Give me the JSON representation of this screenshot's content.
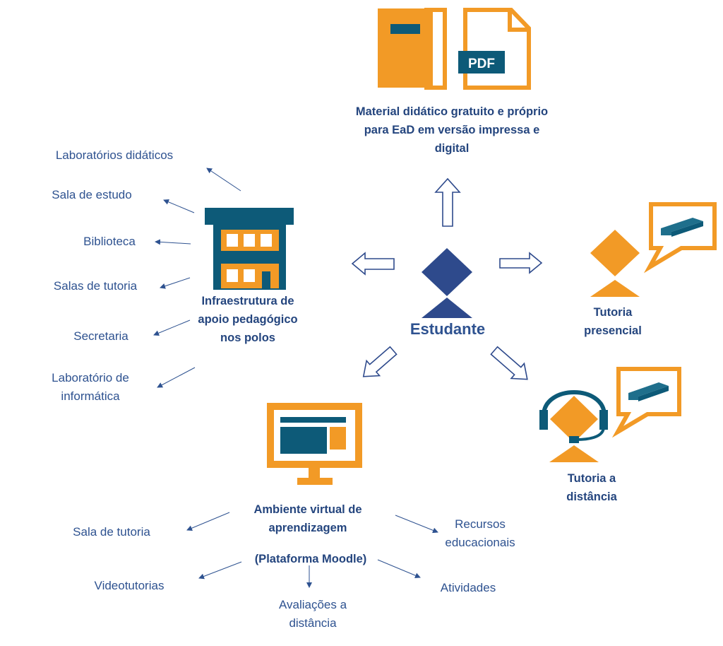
{
  "colors": {
    "orange": "#f29a26",
    "teal": "#0d5a78",
    "navy": "#2e4a8c",
    "text": "#2e5290",
    "arrow": "#2e5290"
  },
  "center": {
    "label": "Estudante",
    "icon": "student-person-icon"
  },
  "material": {
    "label_lines": [
      "Material didático gratuito e próprio",
      "para EaD em versão impressa e",
      "digital"
    ],
    "pdf_text": "PDF",
    "icons": [
      "book-icon",
      "pdf-file-icon"
    ]
  },
  "tutoria_presencial": {
    "label_lines": [
      "Tutoria",
      "presencial"
    ],
    "icon": "person-speech-book-icon"
  },
  "tutoria_distancia": {
    "label_lines": [
      "Tutoria a",
      "distância"
    ],
    "icon": "headset-speech-book-icon"
  },
  "infraestrutura": {
    "label_lines": [
      "Infraestrutura de",
      "apoio pedagógico",
      "nos polos"
    ],
    "icon": "building-icon",
    "items": [
      [
        "Laboratórios didáticos"
      ],
      [
        "Sala de estudo"
      ],
      [
        "Biblioteca"
      ],
      [
        "Salas de tutoria"
      ],
      [
        "Secretaria"
      ],
      [
        "Laboratório de",
        "informática"
      ]
    ]
  },
  "ambiente": {
    "label_lines": [
      "Ambiente virtual de",
      "aprendizagem"
    ],
    "sublabel": "(Plataforma Moodle)",
    "icon": "monitor-icon",
    "items": [
      [
        "Sala de tutoria"
      ],
      [
        "Videotutorias"
      ],
      [
        "Avaliações a",
        "distância"
      ],
      [
        "Atividades"
      ],
      [
        "Recursos",
        "educacionais"
      ]
    ]
  }
}
